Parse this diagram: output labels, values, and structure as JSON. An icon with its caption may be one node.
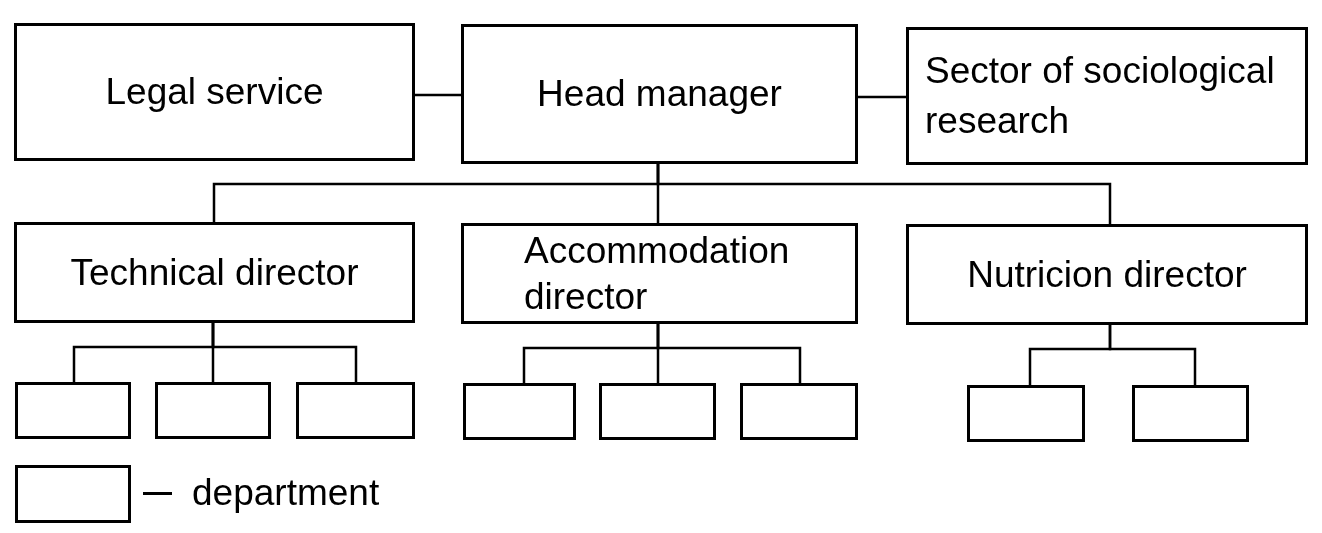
{
  "diagram": {
    "nodes": [
      {
        "text": [
          "Legal service"
        ]
      },
      {
        "text": [
          "Head manager"
        ]
      },
      {
        "text": [
          "Sector of sociological research"
        ]
      },
      {
        "text": [
          "Technical director"
        ]
      },
      {
        "text": [
          "Accommodation director"
        ]
      },
      {
        "text": [
          "Nutricion director"
        ]
      },
      {
        "text": [],
        "shape": "box"
      },
      {
        "text": [],
        "shape": "box"
      },
      {
        "text": [],
        "shape": "box"
      },
      {
        "text": [],
        "shape": "box"
      },
      {
        "text": [],
        "shape": "box"
      },
      {
        "text": [],
        "shape": "box"
      },
      {
        "text": [],
        "shape": "box"
      },
      {
        "text": [],
        "shape": "box"
      }
    ],
    "edges": [
      {
        "from": 0,
        "to": 1,
        "arrow": "none"
      },
      {
        "from": 1,
        "to": 2,
        "arrow": "none"
      },
      {
        "from": 1,
        "to": 3,
        "arrow": "none"
      },
      {
        "from": 1,
        "to": 4,
        "arrow": "none"
      },
      {
        "from": 1,
        "to": 5,
        "arrow": "none"
      },
      {
        "from": 3,
        "to": 6,
        "arrow": "none"
      },
      {
        "from": 3,
        "to": 7,
        "arrow": "none"
      },
      {
        "from": 3,
        "to": 8,
        "arrow": "none"
      },
      {
        "from": 4,
        "to": 9,
        "arrow": "none"
      },
      {
        "from": 4,
        "to": 10,
        "arrow": "none"
      },
      {
        "from": 4,
        "to": 11,
        "arrow": "none"
      },
      {
        "from": 5,
        "to": 12,
        "arrow": "none"
      },
      {
        "from": 5,
        "to": 13,
        "arrow": "none"
      }
    ],
    "legend": [
      {
        "text": "department"
      }
    ]
  }
}
